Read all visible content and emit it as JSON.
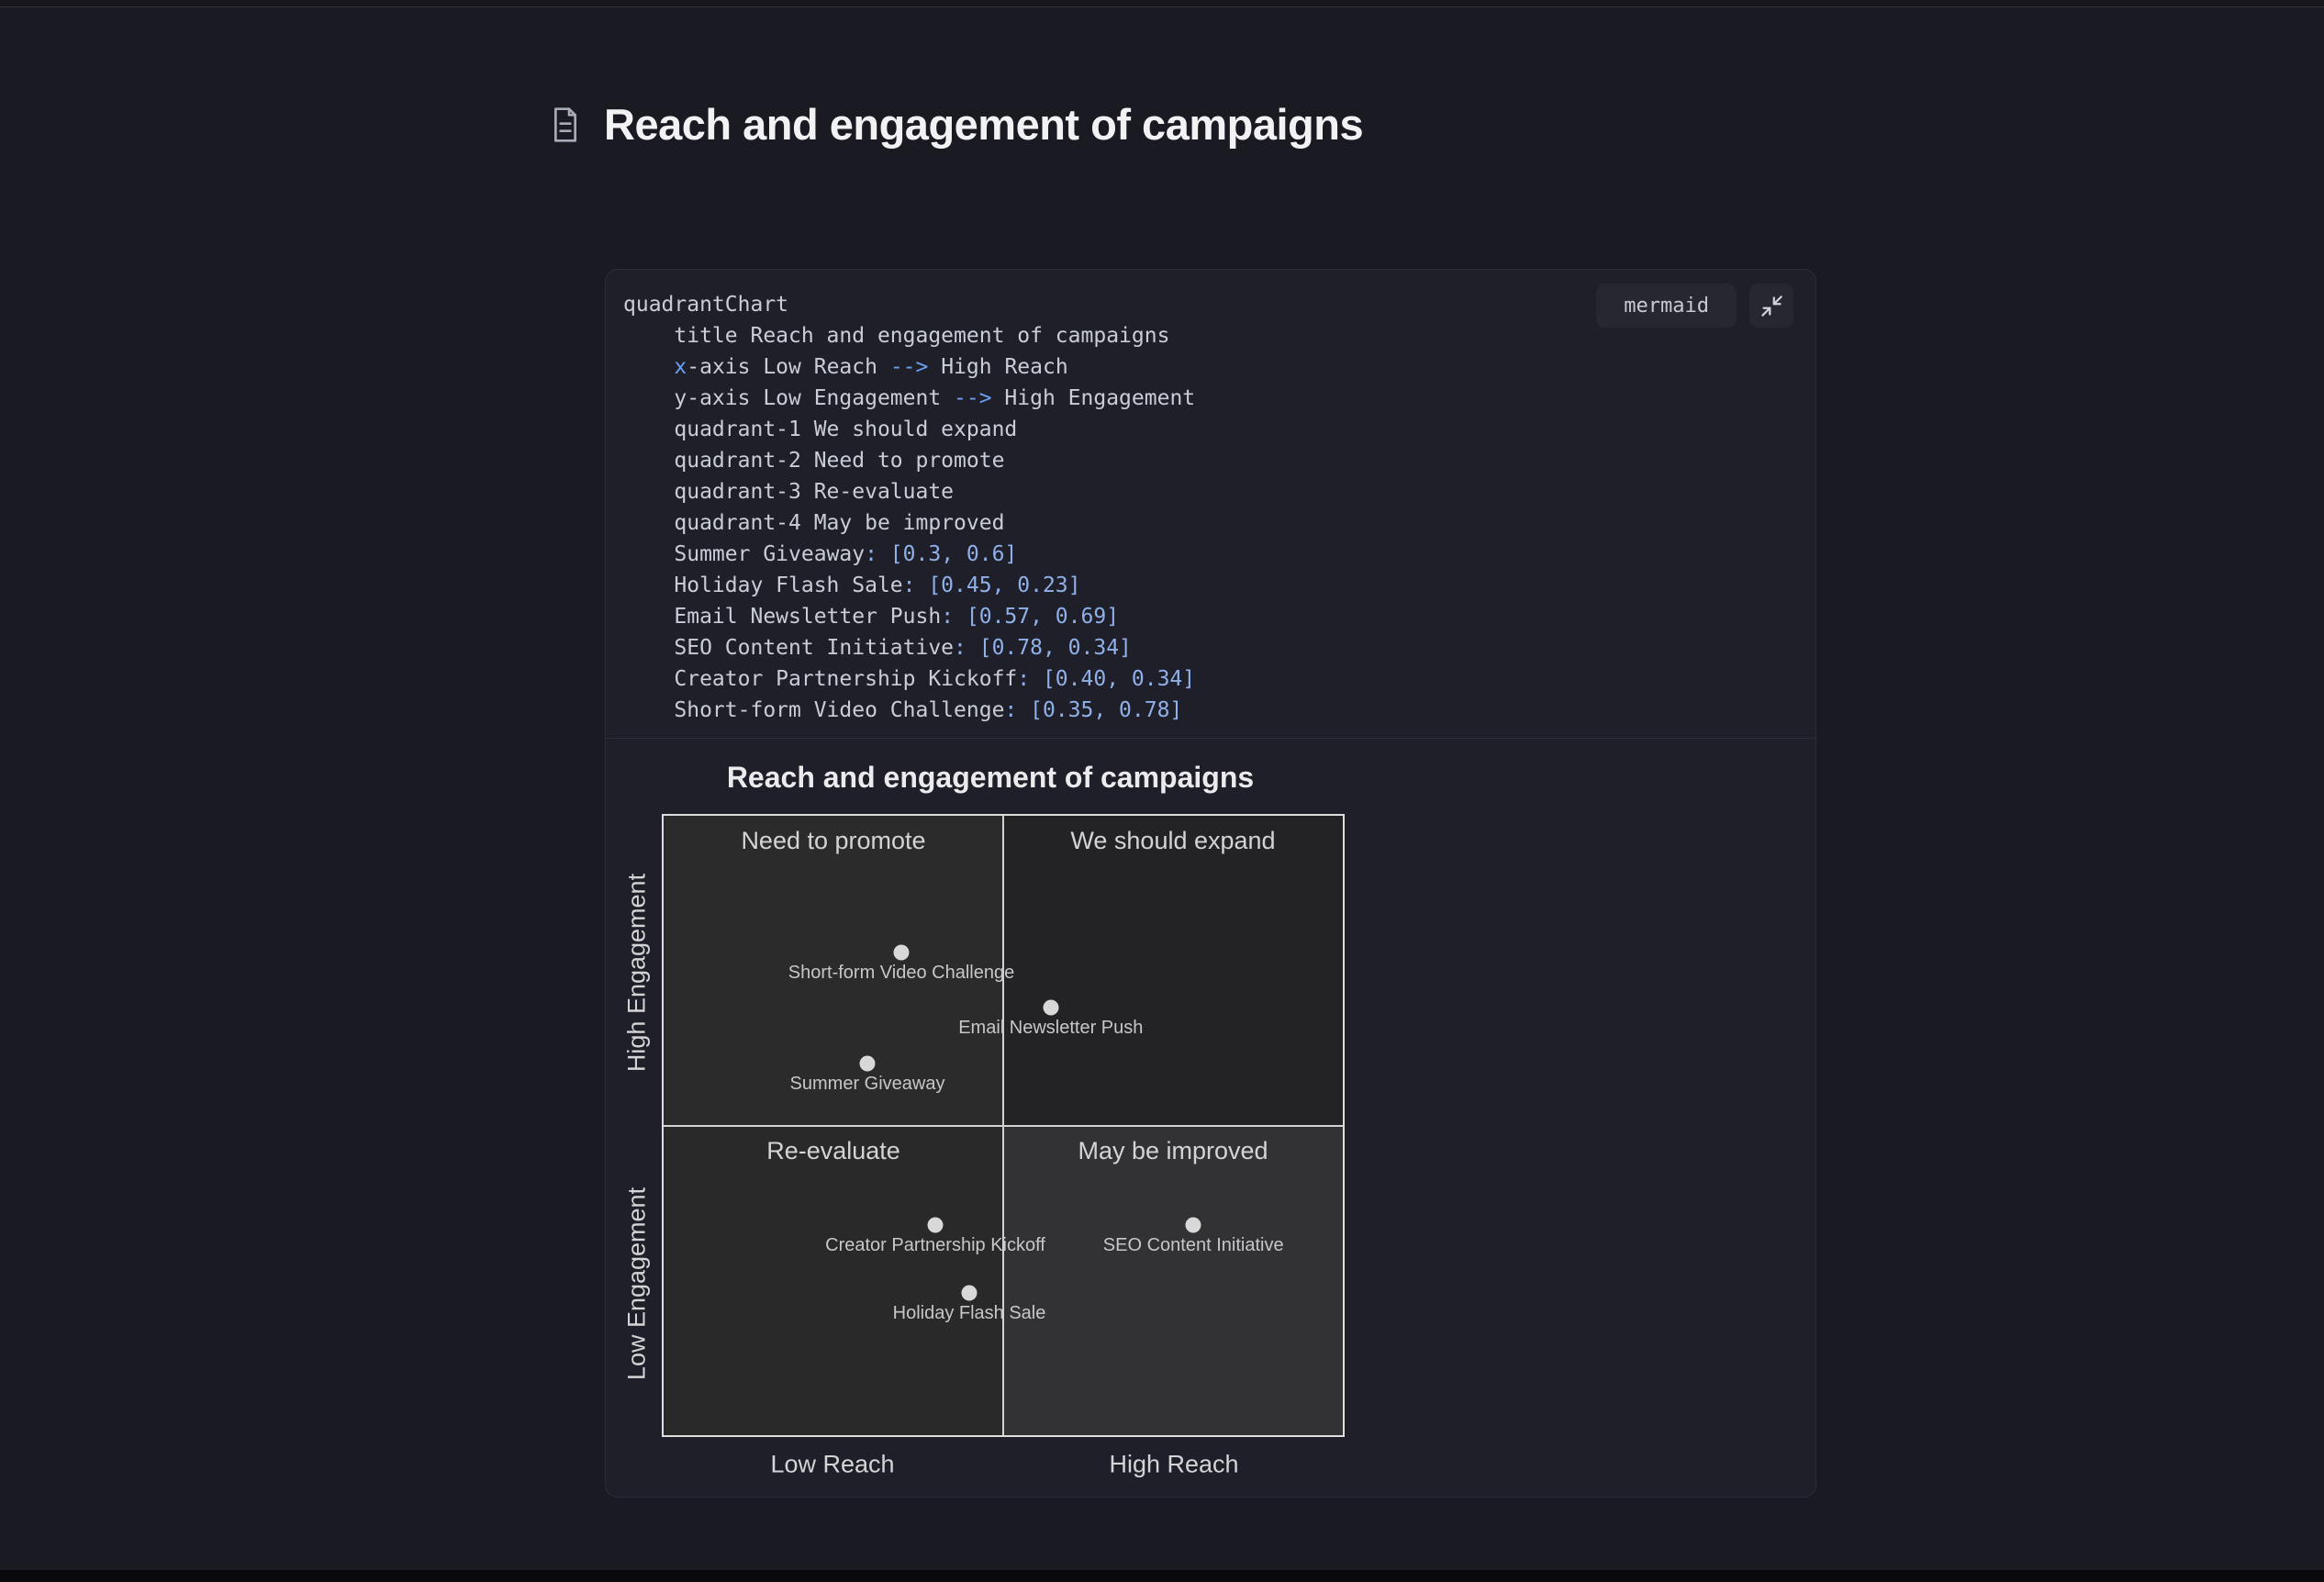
{
  "page": {
    "title": "Reach and engagement of campaigns"
  },
  "colors": {
    "page_background": "#1a1a22",
    "card_background": "#1f1f29",
    "code_keyword_blue": "#6d9ff2",
    "code_value_blue": "#8fb0e8",
    "code_plain": "#c9cdd6",
    "dot_fill": "#d8d8d8",
    "grid_line": "#d2d2d3"
  },
  "code_block": {
    "language_badge": "mermaid",
    "lines": [
      [
        {
          "t": "quadrantChart",
          "c": "plain"
        }
      ],
      [
        {
          "t": "    title Reach and engagement of campaigns",
          "c": "plain"
        }
      ],
      [
        {
          "t": "    ",
          "c": "plain"
        },
        {
          "t": "x",
          "c": "kw"
        },
        {
          "t": "-axis Low Reach ",
          "c": "plain"
        },
        {
          "t": "-->",
          "c": "kw"
        },
        {
          "t": " High Reach",
          "c": "plain"
        }
      ],
      [
        {
          "t": "    y-axis Low Engagement ",
          "c": "plain"
        },
        {
          "t": "-->",
          "c": "kw"
        },
        {
          "t": " High Engagement",
          "c": "plain"
        }
      ],
      [
        {
          "t": "    quadrant-1 We should expand",
          "c": "plain"
        }
      ],
      [
        {
          "t": "    quadrant-2 Need to promote",
          "c": "plain"
        }
      ],
      [
        {
          "t": "    quadrant-3 Re-evaluate",
          "c": "plain"
        }
      ],
      [
        {
          "t": "    quadrant-4 May be improved",
          "c": "plain"
        }
      ],
      [
        {
          "t": "    Summer Giveaway",
          "c": "plain"
        },
        {
          "t": ": [0.3, 0.6]",
          "c": "val"
        }
      ],
      [
        {
          "t": "    Holiday Flash Sale",
          "c": "plain"
        },
        {
          "t": ": [0.45, 0.23]",
          "c": "val"
        }
      ],
      [
        {
          "t": "    Email Newsletter Push",
          "c": "plain"
        },
        {
          "t": ": [0.57, 0.69]",
          "c": "val"
        }
      ],
      [
        {
          "t": "    SEO Content Initiative",
          "c": "plain"
        },
        {
          "t": ": [0.78, 0.34]",
          "c": "val"
        }
      ],
      [
        {
          "t": "    Creator Partnership Kickoff",
          "c": "plain"
        },
        {
          "t": ": [0.40, 0.34]",
          "c": "val"
        }
      ],
      [
        {
          "t": "    Short-form Video Challenge",
          "c": "plain"
        },
        {
          "t": ": [0.35, 0.78]",
          "c": "val"
        }
      ]
    ]
  },
  "chart_data": {
    "type": "scatter",
    "subtype": "quadrant",
    "title": "Reach and engagement of campaigns",
    "xlim": [
      0,
      1
    ],
    "ylim": [
      0,
      1
    ],
    "grid": "quadrant-dividers",
    "x_axis": {
      "left_label": "Low Reach",
      "right_label": "High Reach"
    },
    "y_axis": {
      "top_label": "High Engagement",
      "bottom_label": "Low Engagement"
    },
    "quadrants": {
      "q1": "We should expand",
      "q2": "Need to promote",
      "q3": "Re-evaluate",
      "q4": "May be improved"
    },
    "quadrant_fills": {
      "top_left": "#2b2b2c",
      "top_right": "#232325",
      "bottom_left": "#29292a",
      "bottom_right": "#323234"
    },
    "points": [
      {
        "label": "Summer Giveaway",
        "x": 0.3,
        "y": 0.6
      },
      {
        "label": "Holiday Flash Sale",
        "x": 0.45,
        "y": 0.23
      },
      {
        "label": "Email Newsletter Push",
        "x": 0.57,
        "y": 0.69
      },
      {
        "label": "SEO Content Initiative",
        "x": 0.78,
        "y": 0.34
      },
      {
        "label": "Creator Partnership Kickoff",
        "x": 0.4,
        "y": 0.34
      },
      {
        "label": "Short-form Video Challenge",
        "x": 0.35,
        "y": 0.78
      }
    ]
  }
}
